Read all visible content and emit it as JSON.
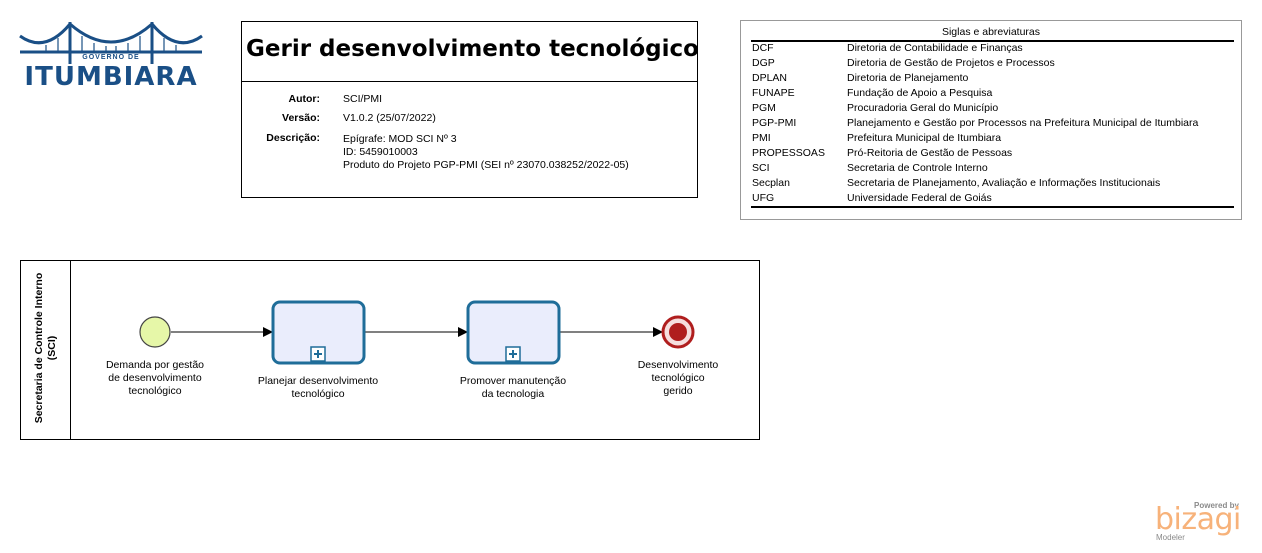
{
  "logo": {
    "small_text": "GOVERNO DE",
    "word": "ITUMBIARA",
    "brand_color": "#1a4f86"
  },
  "process": {
    "title": "Gerir desenvolvimento tecnológico",
    "meta": {
      "author_label": "Autor:",
      "author": "SCI/PMI",
      "version_label": "Versão:",
      "version": "V1.0.2 (25/07/2022)",
      "description_label": "Descrição:",
      "description_lines": [
        "Epígrafe: MOD SCI Nº 3",
        "ID: 5459010003",
        "Produto do Projeto PGP-PMI (SEI nº 23070.038252/2022-05)"
      ]
    }
  },
  "siglas": {
    "title": "Siglas e abreviaturas",
    "rows": [
      {
        "abbr": "DCF",
        "full": "Diretoria de Contabilidade e Finanças"
      },
      {
        "abbr": "DGP",
        "full": "Diretoria de Gestão de Projetos e Processos"
      },
      {
        "abbr": "DPLAN",
        "full": "Diretoria de Planejamento"
      },
      {
        "abbr": "FUNAPE",
        "full": "Fundação de Apoio a Pesquisa"
      },
      {
        "abbr": "PGM",
        "full": "Procuradoria Geral do Município"
      },
      {
        "abbr": "PGP-PMI",
        "full": "Planejamento e Gestão por Processos na Prefeitura Municipal de Itumbiara"
      },
      {
        "abbr": "PMI",
        "full": "Prefeitura Municipal de Itumbiara"
      },
      {
        "abbr": "PROPESSOAS",
        "full": "Pró-Reitoria de Gestão de Pessoas"
      },
      {
        "abbr": "SCI",
        "full": "Secretaria de Controle Interno"
      },
      {
        "abbr": "Secplan",
        "full": "Secretaria de Planejamento, Avaliação e Informações Institucionais"
      },
      {
        "abbr": "UFG",
        "full": "Universidade Federal de Goiás"
      }
    ]
  },
  "diagram": {
    "lane_label_line1": "Secretaria de Controle Interno",
    "lane_label_line2": "(SCI)",
    "start_event": {
      "label_lines": [
        "Demanda por gestão",
        "de desenvolvimento",
        "tecnológico"
      ],
      "color": "#e6f7a8"
    },
    "tasks": [
      {
        "label_lines": [
          "Planejar desenvolvimento",
          "tecnológico"
        ]
      },
      {
        "label_lines": [
          "Promover manutenção",
          "da tecnologia"
        ]
      }
    ],
    "end_event": {
      "label_lines": [
        "Desenvolvimento",
        "tecnológico",
        "gerido"
      ],
      "color": "#b01e1e"
    },
    "task_border_color": "#1f6d99",
    "task_fill_color": "#eaedfc"
  },
  "footer": {
    "powered_by": "Powered by",
    "brand": "bizagi",
    "product": "Modeler"
  }
}
